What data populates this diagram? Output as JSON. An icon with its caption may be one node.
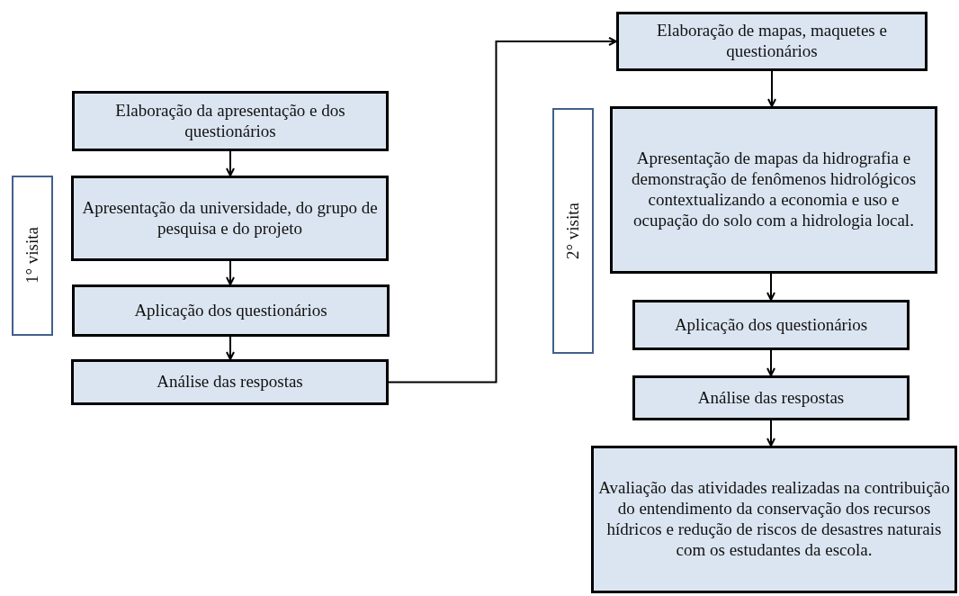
{
  "diagram": {
    "nodes": [
      {
        "text": [
          "1° visita"
        ]
      },
      {
        "text": [
          "Elaboração da apresentação e dos questionários"
        ]
      },
      {
        "text": [
          "Apresentação da universidade, do grupo de pesquisa e do projeto"
        ]
      },
      {
        "text": [
          "Aplicação dos questionários"
        ]
      },
      {
        "text": [
          "Análise das respostas"
        ]
      },
      {
        "text": [
          "Elaboração de mapas, maquetes e questionários"
        ]
      },
      {
        "text": [
          "2° visita"
        ]
      },
      {
        "text": [
          "Apresentação de mapas da hidrografia e demonstração de fenômenos hidrológicos contextualizando a economia e uso e ocupação do solo com a hidrologia local."
        ]
      },
      {
        "text": [
          "Aplicação dos questionários"
        ]
      },
      {
        "text": [
          "Análise das respostas"
        ]
      },
      {
        "text": [
          "Avaliação das atividades realizadas na contribuição do entendimento da conservação dos recursos hídricos e redução de riscos de desastres naturais com os estudantes da escola."
        ]
      }
    ],
    "edges": [
      {
        "from": 1,
        "to": 2,
        "arrow": "to"
      },
      {
        "from": 2,
        "to": 3,
        "arrow": "to"
      },
      {
        "from": 3,
        "to": 4,
        "arrow": "to"
      },
      {
        "from": 4,
        "to": 5,
        "arrow": "to"
      },
      {
        "from": 5,
        "to": 7,
        "arrow": "to"
      },
      {
        "from": 7,
        "to": 8,
        "arrow": "to"
      },
      {
        "from": 8,
        "to": 9,
        "arrow": "to"
      },
      {
        "from": 9,
        "to": 10,
        "arrow": "to"
      }
    ]
  }
}
